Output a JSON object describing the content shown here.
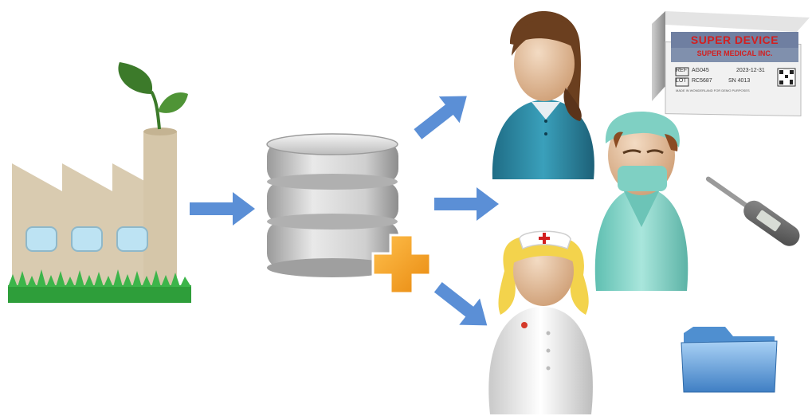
{
  "device_box": {
    "title": "SUPER DEVICE",
    "subtitle": "SUPER MEDICAL INC.",
    "ref_label": "REF",
    "ref_value": "AG045",
    "lot_label": "LOT",
    "lot_value": "RC5687",
    "expiry_date": "2023-12-31",
    "extra_code": "SN 4013",
    "fine_print": "MADE IN WONDERLAND FOR DEMO PURPOSES"
  },
  "icons": [
    "factory-icon",
    "leaf-icon",
    "database-icon",
    "plus-icon",
    "woman-user-icon",
    "surgeon-icon",
    "nurse-icon",
    "thermometer-icon",
    "folder-icon",
    "product-box-icon",
    "arrow-icon"
  ],
  "colors": {
    "arrow": "#5b8fd6",
    "factory": "#d9cbb0",
    "window": "#bde3f3",
    "grass": "#2e9e3a",
    "leaf": "#3c7a2a",
    "database": "#c9c9c9",
    "plus": "#f29a1f",
    "user_shirt": "#2a86a0",
    "hair": "#6b3f1f",
    "skin": "#e7c3a0",
    "scrubs": "#7fd0c3",
    "nurse_hair": "#f3d34c",
    "folder": "#7eb3e6",
    "device_red": "#d21f1f"
  }
}
